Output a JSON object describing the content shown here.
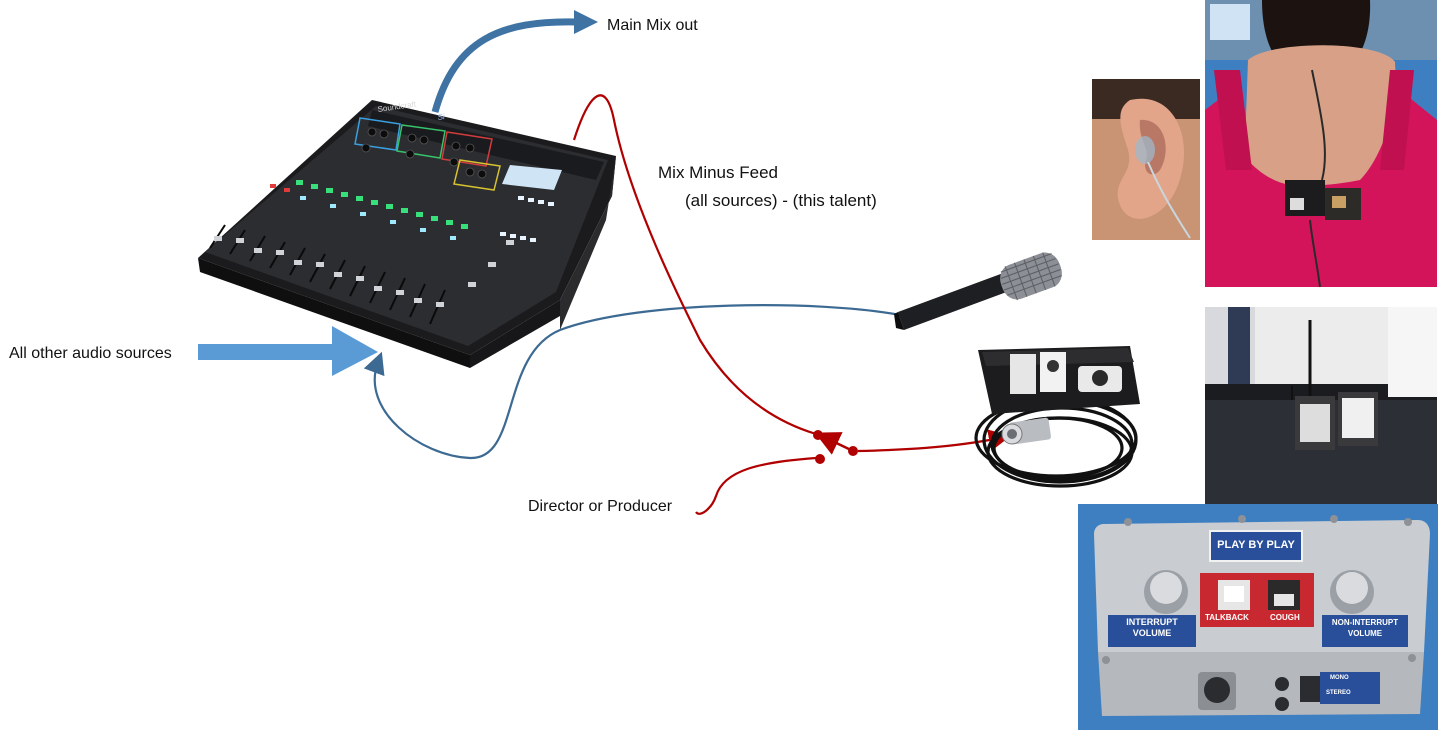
{
  "labels": {
    "main_mix_out": "Main Mix out",
    "mix_minus_feed": "Mix Minus Feed",
    "mix_minus_formula": "(all sources) - (this talent)",
    "all_other_sources": "All other audio sources",
    "director_producer": "Director or Producer"
  },
  "ifb_box": {
    "title_plate": "PLAY BY PLAY",
    "interrupt_volume": "INTERRUPT\nVOLUME",
    "talkback": "TALKBACK",
    "cough": "COUGH",
    "non_interrupt_volume": "NON-INTERRUPT\nVOLUME",
    "mono": "MONO",
    "stereo": "STEREO"
  },
  "console": {
    "brand": "Soundcraft",
    "model": "Si"
  },
  "colors": {
    "arrow_blue": "#4a86c5",
    "arrow_steel": "#3f73a3",
    "cable_blue": "#3c6a92",
    "cable_red": "#b00000",
    "ifb_box_body": "#c9ccd0",
    "ifb_plate": "#2a4f9a",
    "talent_dress": "#d4145a",
    "photo_bg_blue": "#3e7fc2"
  },
  "icons": {
    "mixer": "mixing-console-image",
    "microphone": "handheld-microphone-image",
    "belt_pack": "ifb-belt-pack-image",
    "earpiece": "ear-piece-photo",
    "talent_back": "talent-back-photo",
    "talent_belt": "talent-belt-photo",
    "ifb_control_box": "ifb-control-box-photo",
    "switch": "talkback-switch-icon"
  }
}
